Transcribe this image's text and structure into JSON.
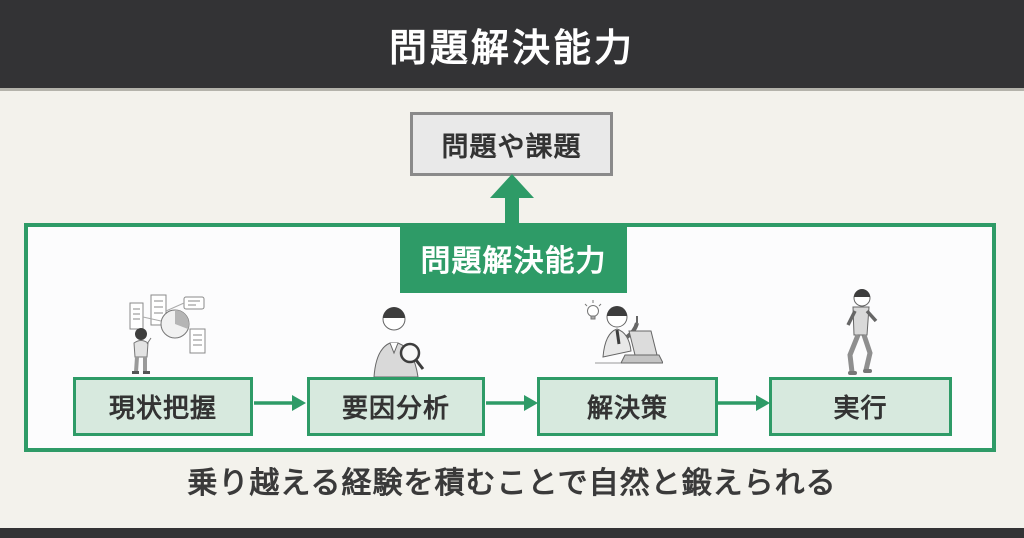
{
  "header": {
    "title": "問題解決能力"
  },
  "diagram": {
    "problem_box": {
      "label": "問題や課題"
    },
    "ability_label": {
      "label": "問題解決能力"
    },
    "steps": [
      {
        "label": "現状把握",
        "icon": "person-analyzing-board-illustration"
      },
      {
        "label": "要因分析",
        "icon": "person-magnifying-glass-illustration"
      },
      {
        "label": "解決策",
        "icon": "person-laptop-idea-illustration"
      },
      {
        "label": "実行",
        "icon": "person-walking-illustration"
      }
    ]
  },
  "tagline": {
    "text": "乗り越える経験を積むことで自然と鍛えられる"
  },
  "colors": {
    "header_bg": "#333335",
    "background": "#f3f2ec",
    "accent_green": "#2e9b67",
    "step_fill": "#d7e9de",
    "problem_box_fill": "#e9e9e9",
    "problem_box_border": "#8a8a8a",
    "text_dark": "#333333"
  }
}
